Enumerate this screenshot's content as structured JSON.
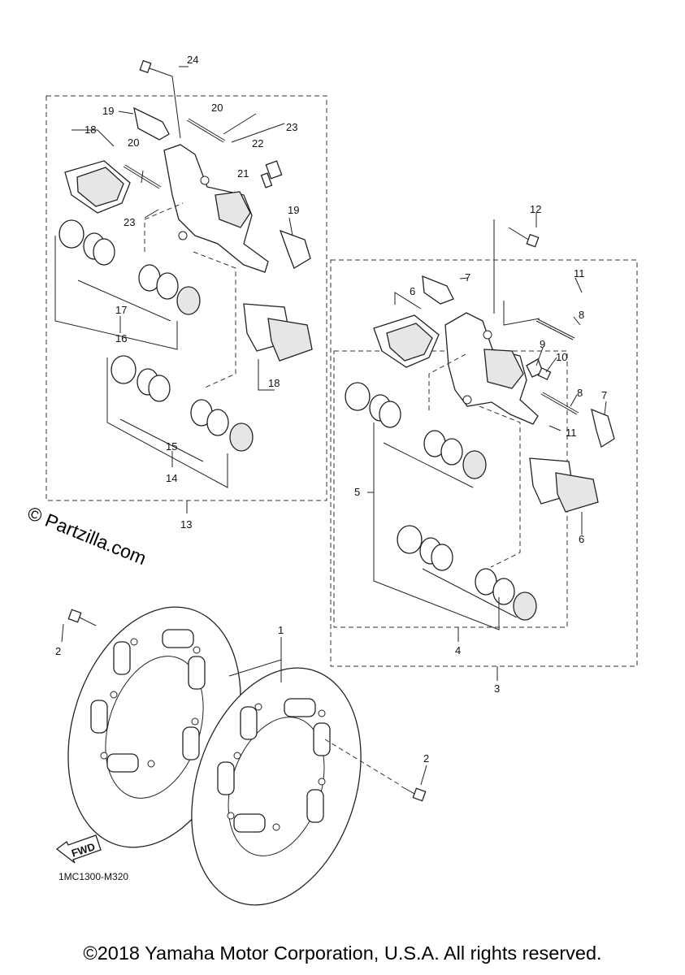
{
  "diagram": {
    "code": "1MC1300-M320",
    "watermark": "© Partzilla.com",
    "fwd_label": "FWD",
    "copyright": "©2018 Yamaha Motor Corporation, U.S.A. All rights reserved.",
    "callouts": [
      {
        "id": "c24",
        "text": "24"
      },
      {
        "id": "c20a",
        "text": "20"
      },
      {
        "id": "c23a",
        "text": "23"
      },
      {
        "id": "c19a",
        "text": "19"
      },
      {
        "id": "c18a",
        "text": "18"
      },
      {
        "id": "c20b",
        "text": "20"
      },
      {
        "id": "c22",
        "text": "22"
      },
      {
        "id": "c21",
        "text": "21"
      },
      {
        "id": "c23b",
        "text": "23"
      },
      {
        "id": "c19b",
        "text": "19"
      },
      {
        "id": "c17",
        "text": "17"
      },
      {
        "id": "c16",
        "text": "16"
      },
      {
        "id": "c18b",
        "text": "18"
      },
      {
        "id": "c15",
        "text": "15"
      },
      {
        "id": "c14",
        "text": "14"
      },
      {
        "id": "c13",
        "text": "13"
      },
      {
        "id": "c12",
        "text": "12"
      },
      {
        "id": "c7a",
        "text": "7"
      },
      {
        "id": "c6a",
        "text": "6"
      },
      {
        "id": "c11a",
        "text": "11"
      },
      {
        "id": "c8a",
        "text": "8"
      },
      {
        "id": "c9",
        "text": "9"
      },
      {
        "id": "c10",
        "text": "10"
      },
      {
        "id": "c8b",
        "text": "8"
      },
      {
        "id": "c11b",
        "text": "11"
      },
      {
        "id": "c7b",
        "text": "7"
      },
      {
        "id": "c5",
        "text": "5"
      },
      {
        "id": "c6b",
        "text": "6"
      },
      {
        "id": "c4",
        "text": "4"
      },
      {
        "id": "c3",
        "text": "3"
      },
      {
        "id": "c1",
        "text": "1"
      },
      {
        "id": "c2a",
        "text": "2"
      },
      {
        "id": "c2b",
        "text": "2"
      }
    ]
  }
}
